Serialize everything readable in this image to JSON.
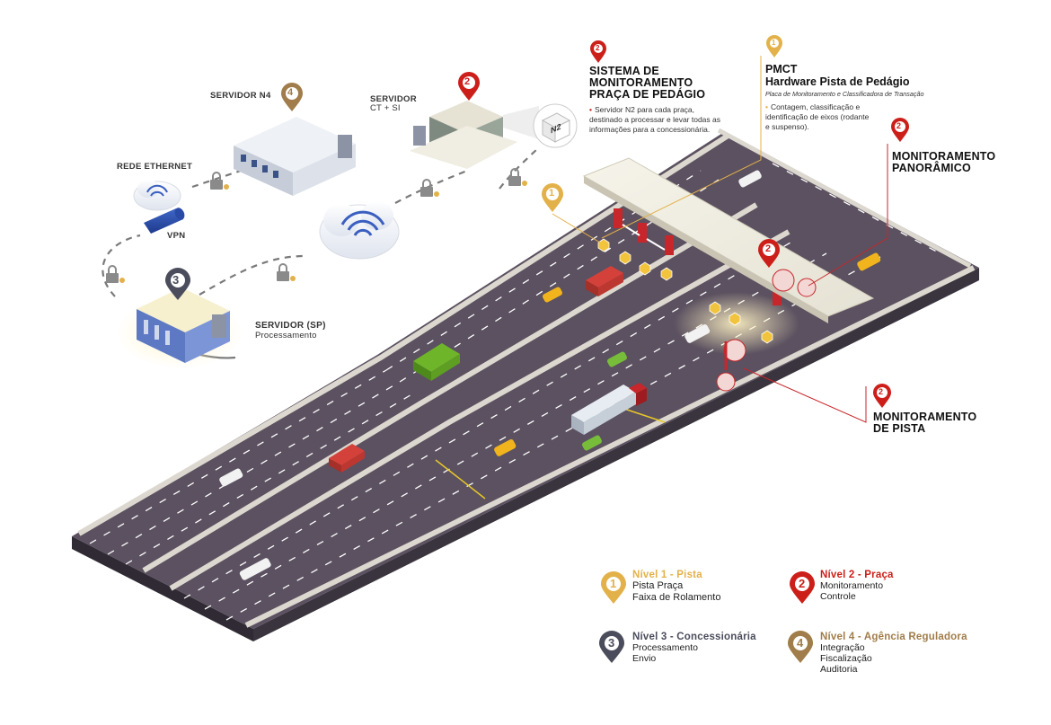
{
  "colors": {
    "level1": "#e3b14a",
    "level2": "#cc1f1a",
    "level3": "#4b4d5c",
    "level4": "#a07d4a",
    "road": "#5b5160",
    "guardrail": "#d8d4cc"
  },
  "network": {
    "rede_ethernet": "REDE ETHERNET",
    "vpn": "VPN",
    "servidor_n4": "SERVIDOR N4",
    "servidor_ct_si": "SERVIDOR",
    "servidor_ct_si_sub": "CT + SI",
    "servidor_sp": "SERVIDOR (SP)",
    "servidor_sp_sub": "Processamento",
    "n2_box": "N2"
  },
  "markers": {
    "n1": "1",
    "n2": "2",
    "n3": "3",
    "n4": "4"
  },
  "callouts": {
    "sistema": {
      "title_lines": [
        "SISTEMA DE",
        "MONITORAMENTO",
        "PRAÇA DE PEDÁGIO"
      ],
      "body": "Servidor N2 para cada praça, destinado a processar e levar todas as informações para a concessionária."
    },
    "pmct": {
      "title": "PMCT",
      "subtitle": "Hardware Pista de Pedágio",
      "italic": "Placa de Monitoramento e Classificadora de Transação",
      "body": "Contagem, classificação e identificação de eixos (rodante e suspenso)."
    },
    "panoramico": {
      "title_lines": [
        "MONITORAMENTO",
        "PANORÂMICO"
      ]
    },
    "pista": {
      "title_lines": [
        "MONITORAMENTO",
        "DE PISTA"
      ]
    }
  },
  "legend": [
    {
      "marker": "1",
      "title": "Nível 1 - Pista",
      "lines": [
        "Pista Praça",
        "Faixa de Rolamento"
      ]
    },
    {
      "marker": "2",
      "title": "Nível 2 - Praça",
      "lines": [
        "Monitoramento",
        "Controle"
      ]
    },
    {
      "marker": "3",
      "title": "Nível 3 - Concessionária",
      "lines": [
        "Processamento",
        "Envio"
      ]
    },
    {
      "marker": "4",
      "title": "Nível 4 - Agência Reguladora",
      "lines": [
        "Integração",
        "Fiscalização",
        "Auditoria"
      ]
    }
  ]
}
